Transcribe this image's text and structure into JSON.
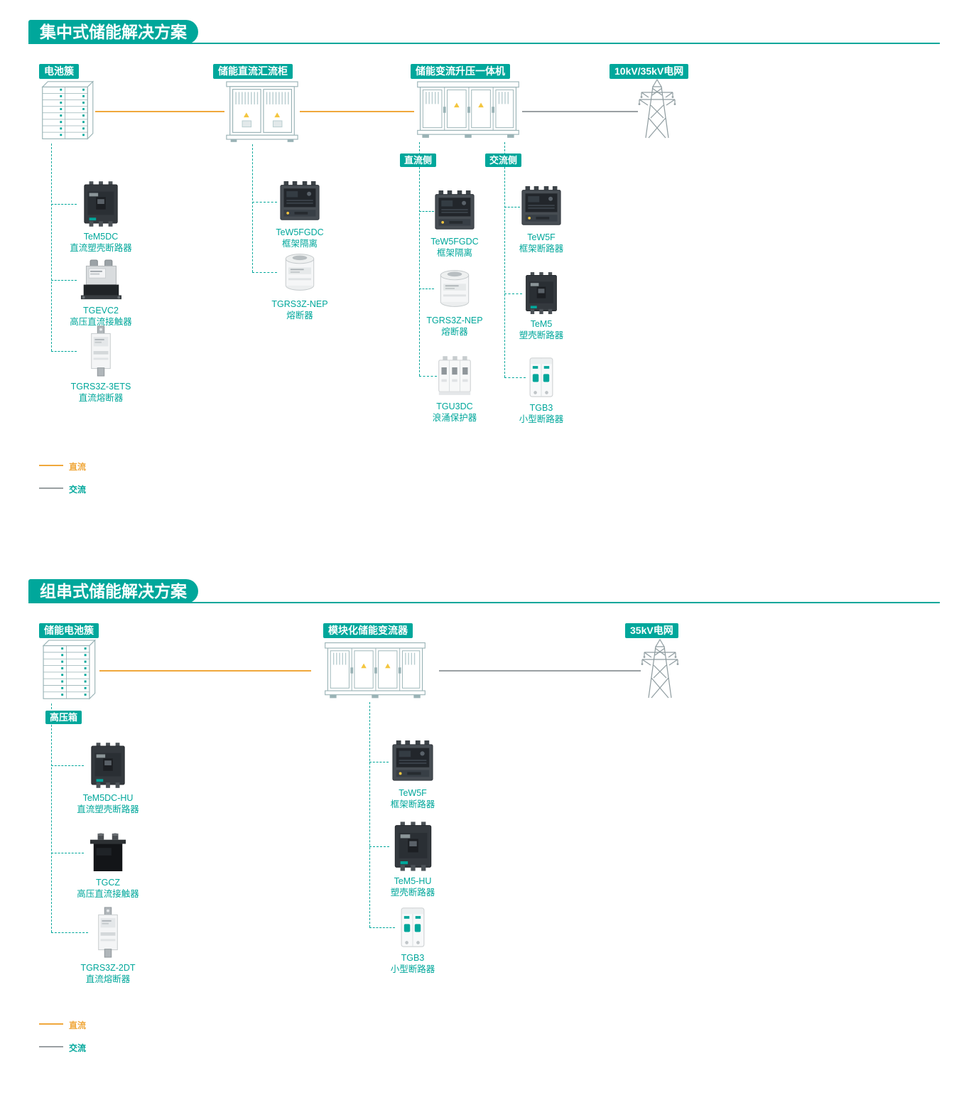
{
  "colors": {
    "teal": "#00A79B",
    "dc_line": "#F0A83C",
    "ac_line": "#9AA0A3",
    "warning": "#F4C63F"
  },
  "legend": {
    "dc": "直流",
    "ac": "交流"
  },
  "sections": [
    {
      "title": "集中式储能解决方案",
      "nodes": [
        {
          "label": "电池簇",
          "icon": "battery-rack"
        },
        {
          "label": "储能直流汇流柜",
          "icon": "dc-combiner-cabinet"
        },
        {
          "label": "储能变流升压一体机",
          "icon": "pcs-booster-container"
        },
        {
          "label": "10kV/35kV电网",
          "icon": "transmission-tower"
        }
      ],
      "branch_labels": {
        "dc_side": "直流侧",
        "ac_side": "交流侧"
      },
      "branches": [
        {
          "source": "电池簇",
          "products": [
            {
              "name": "TeM5DC",
              "desc": "直流塑壳断路器",
              "icon": "mccb"
            },
            {
              "name": "TGEVC2",
              "desc": "高压直流接触器",
              "icon": "contactor"
            },
            {
              "name": "TGRS3Z-3ETS",
              "desc": "直流熔断器",
              "icon": "blade-fuse"
            }
          ]
        },
        {
          "source": "储能直流汇流柜",
          "products": [
            {
              "name": "TeW5FGDC",
              "desc": "框架隔离",
              "icon": "acb"
            },
            {
              "name": "TGRS3Z-NEP",
              "desc": "熔断器",
              "icon": "cylindrical-fuse"
            }
          ]
        },
        {
          "source": "直流侧",
          "products": [
            {
              "name": "TeW5FGDC",
              "desc": "框架隔离",
              "icon": "acb"
            },
            {
              "name": "TGRS3Z-NEP",
              "desc": "熔断器",
              "icon": "cylindrical-fuse"
            },
            {
              "name": "TGU3DC",
              "desc": "浪涌保护器",
              "icon": "spd"
            }
          ]
        },
        {
          "source": "交流侧",
          "products": [
            {
              "name": "TeW5F",
              "desc": "框架断路器",
              "icon": "acb"
            },
            {
              "name": "TeM5",
              "desc": "塑壳断路器",
              "icon": "mccb"
            },
            {
              "name": "TGB3",
              "desc": "小型断路器",
              "icon": "mcb"
            }
          ]
        }
      ]
    },
    {
      "title": "组串式储能解决方案",
      "nodes": [
        {
          "label": "储能电池簇",
          "icon": "battery-rack"
        },
        {
          "label": "模块化储能变流器",
          "icon": "modular-pcs-container"
        },
        {
          "label": "35kV电网",
          "icon": "transmission-tower"
        }
      ],
      "branch_labels": {
        "hv_box": "高压箱"
      },
      "branches": [
        {
          "source": "高压箱",
          "products": [
            {
              "name": "TeM5DC-HU",
              "desc": "直流塑壳断路器",
              "icon": "mccb"
            },
            {
              "name": "TGCZ",
              "desc": "高压直流接触器",
              "icon": "contactor-black"
            },
            {
              "name": "TGRS3Z-2DT",
              "desc": "直流熔断器",
              "icon": "blade-fuse"
            }
          ]
        },
        {
          "source": "模块化储能变流器",
          "products": [
            {
              "name": "TeW5F",
              "desc": "框架断路器",
              "icon": "acb"
            },
            {
              "name": "TeM5-HU",
              "desc": "塑壳断路器",
              "icon": "mccb"
            },
            {
              "name": "TGB3",
              "desc": "小型断路器",
              "icon": "mcb"
            }
          ]
        }
      ]
    }
  ]
}
